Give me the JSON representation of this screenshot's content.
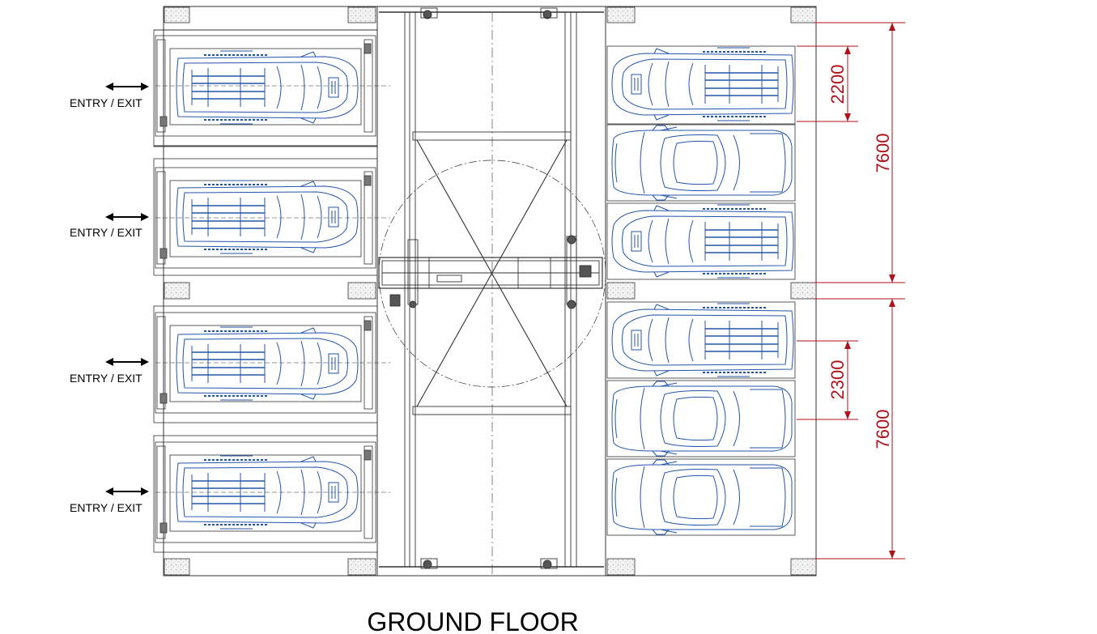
{
  "title": "GROUND FLOOR",
  "entry_label": "ENTRY / EXIT",
  "dimensions": {
    "upper_width": "2200",
    "lower_width": "2300",
    "upper_length": "7600",
    "lower_length": "7600"
  },
  "colors": {
    "car": "#2255aa",
    "dimension": "#b0121b",
    "structure": "#333333"
  }
}
